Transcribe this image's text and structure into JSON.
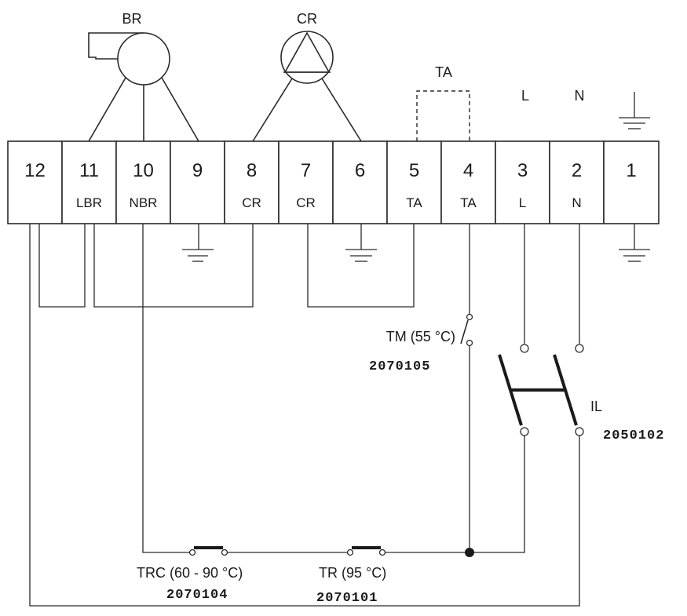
{
  "terminals": [
    {
      "num": "12",
      "sub": ""
    },
    {
      "num": "11",
      "sub": "LBR"
    },
    {
      "num": "10",
      "sub": "NBR"
    },
    {
      "num": "9",
      "sub": ""
    },
    {
      "num": "8",
      "sub": "CR"
    },
    {
      "num": "7",
      "sub": "CR"
    },
    {
      "num": "6",
      "sub": ""
    },
    {
      "num": "5",
      "sub": "TA"
    },
    {
      "num": "4",
      "sub": "TA"
    },
    {
      "num": "3",
      "sub": "L"
    },
    {
      "num": "2",
      "sub": "N"
    },
    {
      "num": "1",
      "sub": ""
    }
  ],
  "labels": {
    "blower": "BR",
    "pump": "CR",
    "thermostat": "TA",
    "line": "L",
    "neutral": "N",
    "tm": "TM (55 °C)",
    "tm_code": "2070105",
    "il": "IL",
    "il_code": "2050102",
    "trc": "TRC (60 - 90 °C)",
    "trc_code": "2070104",
    "tr": "TR (95 °C)",
    "tr_code": "2070101"
  }
}
